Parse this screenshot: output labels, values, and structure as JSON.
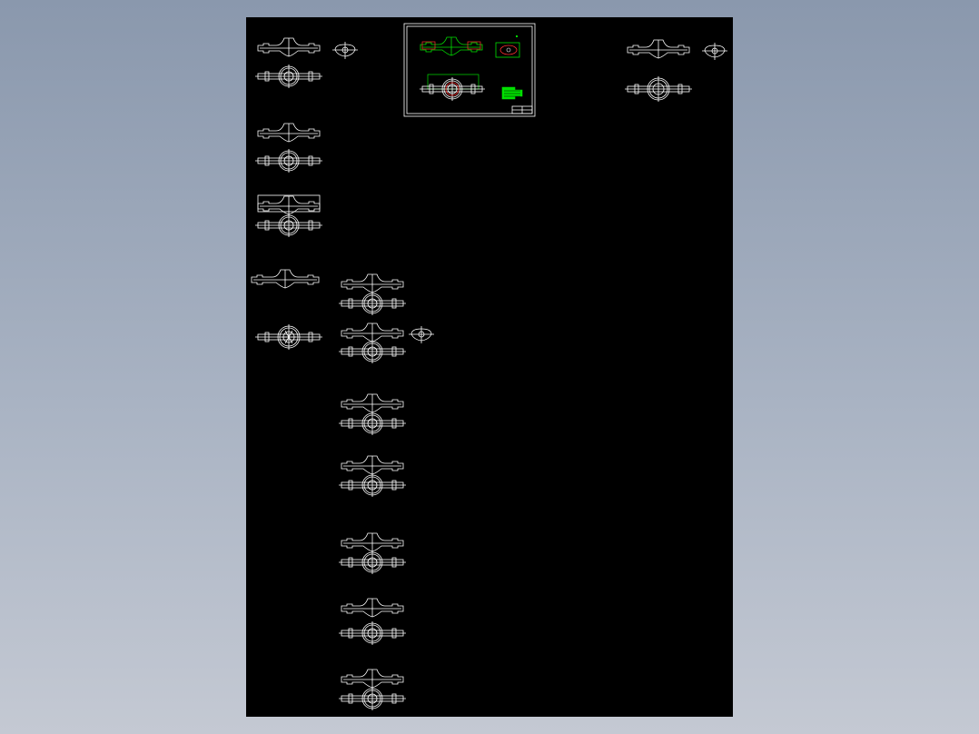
{
  "viewport": {
    "background_top": "#8a98ad",
    "background_bottom": "#c4c9d3"
  },
  "sheet": {
    "background": "#000000",
    "line_color": "#ffffff",
    "accent_green": "#00e000",
    "accent_red": "#ff3030"
  },
  "drawing_views": {
    "axle_pairs_count": 13,
    "end_views_count": 3,
    "inset_frame": {
      "present": true,
      "contents": [
        "axle-housing-top",
        "end-view",
        "axle-housing-front",
        "detail-block",
        "title-block"
      ]
    }
  }
}
